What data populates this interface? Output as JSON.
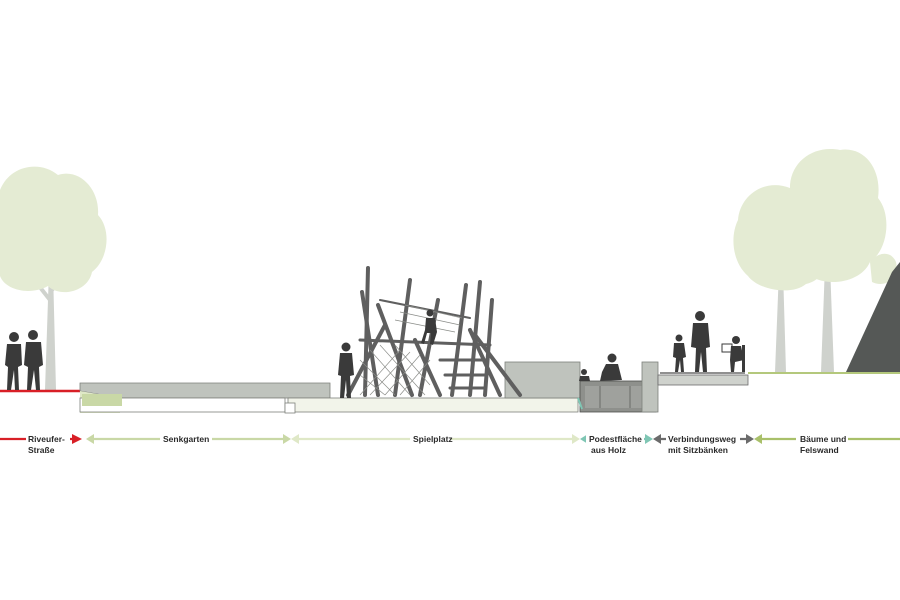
{
  "zones": [
    {
      "id": "riveufer",
      "lines": [
        "Riveufer-",
        "Straße"
      ],
      "color": "#d81f26"
    },
    {
      "id": "senkgarten",
      "lines": [
        "Senkgarten"
      ],
      "color": "#c9d8a6"
    },
    {
      "id": "spielplatz",
      "lines": [
        "Spielplatz"
      ],
      "color": "#dfe8c7"
    },
    {
      "id": "podest",
      "lines": [
        "Podestfläche",
        "aus Holz"
      ],
      "color": "#7fc6b4"
    },
    {
      "id": "verbindung",
      "lines": [
        "Verbindungsweg",
        "mit Sitzbänken"
      ],
      "color": "#6b6b6b"
    },
    {
      "id": "baeume",
      "lines": [
        "Bäume und",
        "Felswand"
      ],
      "color": "#a9c06a"
    }
  ],
  "colors": {
    "tree": "#e4ebd3",
    "trunk": "#cfd2cd",
    "ground": "#bfc3bd",
    "wall": "#9a9c98",
    "structure": "#5f5f5f",
    "person": "#3a3a3a",
    "rock": "#555856"
  }
}
